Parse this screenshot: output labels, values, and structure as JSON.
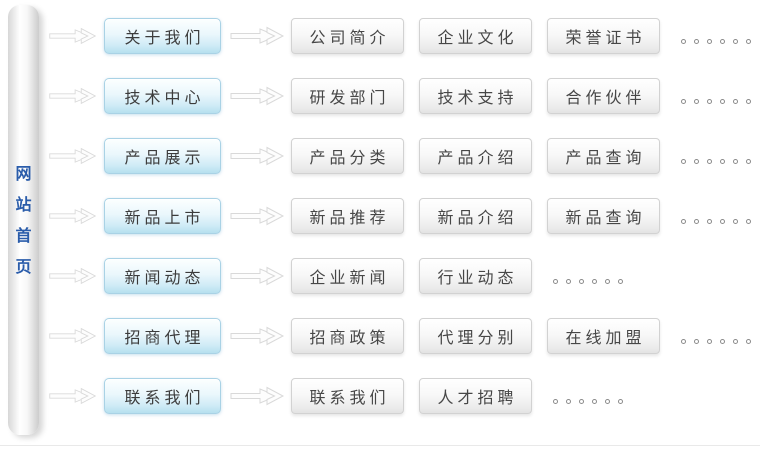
{
  "page": {
    "background": "#ffffff",
    "divider_color": "#e9e9e9"
  },
  "home": {
    "label": "网站首页",
    "text_color": "#2a5caa"
  },
  "colors": {
    "level1_border": "#a9d2e5",
    "level1_fill": "#b6e0ef",
    "level2_border": "#d2d2d2",
    "level2_fill": "#e3e3e3",
    "arrow_outline": "#d9d9d9",
    "dot_outline": "#8b8b8b",
    "button_text": "#3c3c3c"
  },
  "dots_per_row": 6,
  "rows": [
    {
      "label": "关于我们",
      "children": [
        "公司简介",
        "企业文化",
        "荣誉证书"
      ]
    },
    {
      "label": "技术中心",
      "children": [
        "研发部门",
        "技术支持",
        "合作伙伴"
      ]
    },
    {
      "label": "产品展示",
      "children": [
        "产品分类",
        "产品介绍",
        "产品查询"
      ]
    },
    {
      "label": "新品上市",
      "children": [
        "新品推荐",
        "新品介绍",
        "新品查询"
      ]
    },
    {
      "label": "新闻动态",
      "children": [
        "企业新闻",
        "行业动态"
      ]
    },
    {
      "label": "招商代理",
      "children": [
        "招商政策",
        "代理分别",
        "在线加盟"
      ]
    },
    {
      "label": "联系我们",
      "children": [
        "联系我们",
        "人才招聘"
      ]
    }
  ]
}
